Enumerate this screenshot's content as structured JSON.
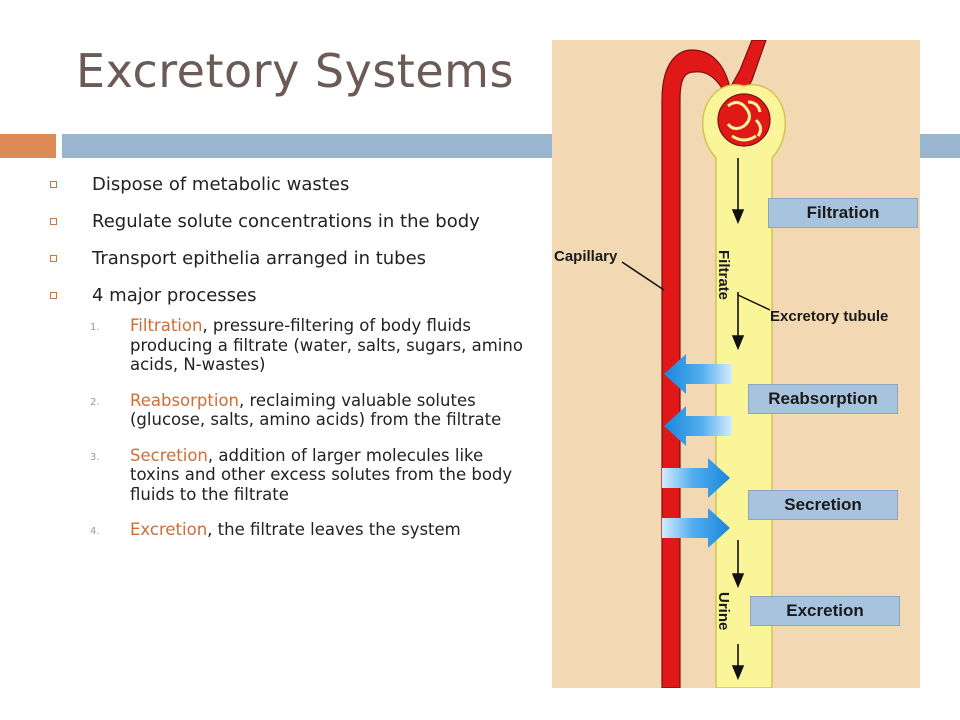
{
  "slide": {
    "title": "Excretory Systems",
    "bullets": [
      {
        "text": "Dispose of metabolic wastes"
      },
      {
        "text": "Regulate solute concentrations in the body"
      },
      {
        "text": "Transport epithelia arranged in tubes"
      },
      {
        "text": "4 major processes"
      }
    ],
    "processes": [
      {
        "num": "1.",
        "term": "Filtration",
        "rest": ", pressure-filtering of body fluids producing a filtrate (water, salts, sugars, amino acids, N-wastes)"
      },
      {
        "num": "2.",
        "term": "Reabsorption",
        "rest": ", reclaiming valuable solutes (glucose, salts, amino acids) from the filtrate"
      },
      {
        "num": "3.",
        "term": "Secretion",
        "rest": ", addition of larger molecules like toxins and other excess solutes from the body fluids to the filtrate"
      },
      {
        "num": "4.",
        "term": "Excretion",
        "rest": ", the filtrate leaves the system"
      }
    ]
  },
  "diagram": {
    "labels": {
      "capillary": "Capillary",
      "filtrate": "Filtrate",
      "excretory_tubule": "Excretory tubule",
      "urine": "Urine"
    },
    "process_boxes": {
      "filtration": "Filtration",
      "reabsorption": "Reabsorption",
      "secretion": "Secretion",
      "excretion": "Excretion"
    }
  },
  "colors": {
    "accent_orange": "#dd8a54",
    "accent_blue": "#9ab6cf",
    "capillary_red": "#e01818",
    "tubule_yellow": "#fbf59a",
    "arrow_blue": "#2f95e0",
    "diagram_bg": "#f3d9b3"
  }
}
